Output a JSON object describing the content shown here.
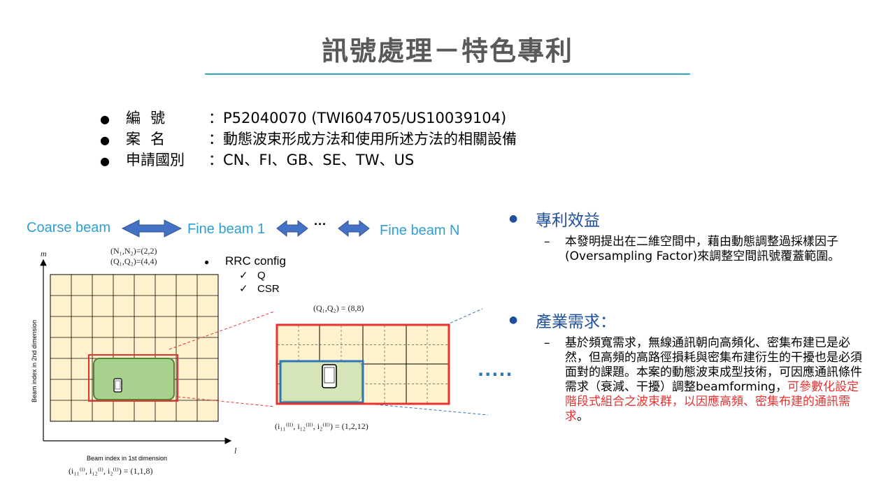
{
  "slide": {
    "title": "訊號處理－特色專利",
    "info": [
      {
        "label": "編號",
        "value": "：P52040070 (TWI604705/US10039104)"
      },
      {
        "label": "案名",
        "value": "：動態波束形成方法和使用所述方法的相關設備"
      },
      {
        "label": "申請國別",
        "value": "：CN、FI、GB、SE、TW、US"
      }
    ]
  },
  "figure": {
    "coarse_beam": "Coarse beam",
    "fine_beam_1": "Fine beam 1",
    "ellipsis": "···",
    "fine_beam_n": "Fine beam N",
    "axis_m": "m",
    "axis_l": "l",
    "ylabel": "Beam index in 2nd dimension",
    "xlabel": "Beam index in 1st dimension",
    "n_params": "(N₁,N₂)=(2,2)",
    "q_params": "(Q₁,Q₂)=(4,4)",
    "q_zoom": "(Q₁,Q₂) = (8,8)",
    "i_coarse": "(i₁₁⁽ᴵ⁾, i₁₂⁽ᴵ⁾, i₂⁽ᴵ⁾) = (1,1,8)",
    "i_fine": "(i₁₁⁽ᴵᴵ⁾, i₁₂⁽ᴵᴵ⁾, i₂⁽ᴵᴵ⁾) = (1,2,12)",
    "rrc_title": "RRC config",
    "rrc_items": [
      "Q",
      "CSR"
    ],
    "more_dots": "....."
  },
  "benefit": {
    "heading": "專利效益",
    "body": "本發明提出在二維空間中，藉由動態調整過採樣因子(Oversampling Factor)來調整空間訊號覆蓋範圍。"
  },
  "industry": {
    "heading": "產業需求：",
    "body_black": "基於頻寬需求，無線通訊朝向高頻化、密集布建已是必然，但高頻的高路徑損耗與密集布建衍生的干擾也是必須面對的課題。本案的動態波束成型技術，可因應通訊條件需求（衰減、干擾）調整beamforming，",
    "body_red": "可參數化設定階段式組合之波束群，以因應高頻、密集布建的通訊需求",
    "body_end": "。"
  },
  "colors": {
    "accent_rule": "#2aa8c4",
    "beam_label": "#2e9fd2",
    "arrow": "#4472c4",
    "grid_fill": "#fff2cc",
    "green_fill": "#a9d18e",
    "red_box": "#e8322f",
    "blue_box": "#2e75b6",
    "heading": "#1f4e9a"
  }
}
